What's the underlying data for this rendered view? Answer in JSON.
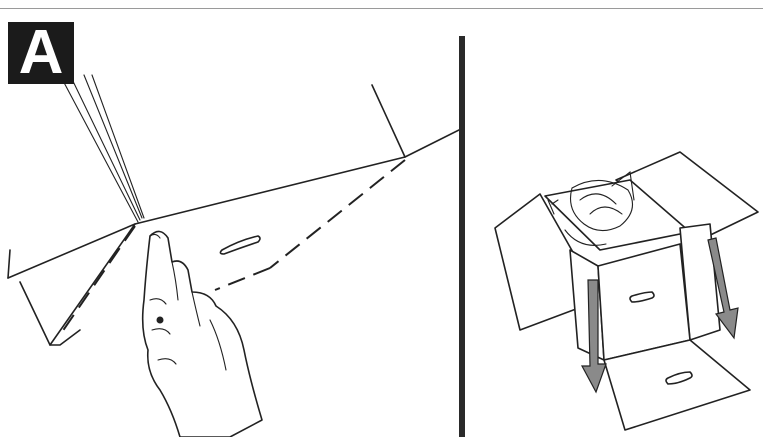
{
  "step": {
    "label": "A"
  },
  "panels": {
    "left": {
      "icon": "box-cutting-illustration"
    },
    "right": {
      "icon": "open-box-illustration"
    }
  }
}
